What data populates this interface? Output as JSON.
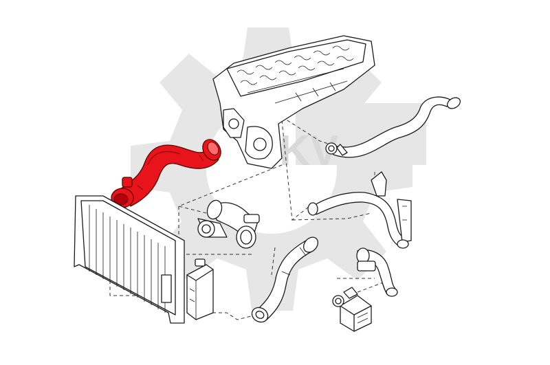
{
  "watermark": {
    "brand_text": "SKV",
    "icon": "gear-watermark-icon",
    "color": "#e6e6e6"
  },
  "colors": {
    "highlight": "#e8141c",
    "outline": "#1a1a1a",
    "background": "#ffffff"
  },
  "parts": [
    {
      "name": "cylinder-head",
      "icon": "engine-block-icon",
      "highlighted": false
    },
    {
      "name": "upper-radiator-hose",
      "icon": "hose-icon",
      "highlighted": true
    },
    {
      "name": "radiator",
      "icon": "radiator-icon",
      "highlighted": false
    },
    {
      "name": "thermostat-hose",
      "icon": "hose-icon",
      "highlighted": false
    },
    {
      "name": "expansion-tank",
      "icon": "tank-icon",
      "highlighted": false
    },
    {
      "name": "lower-radiator-hose",
      "icon": "hose-icon",
      "highlighted": false
    },
    {
      "name": "heater-pipe",
      "icon": "pipe-icon",
      "highlighted": false
    },
    {
      "name": "bypass-pipe",
      "icon": "pipe-icon",
      "highlighted": false
    },
    {
      "name": "small-connector-hose",
      "icon": "hose-icon",
      "highlighted": false
    },
    {
      "name": "auxiliary-water-pump",
      "icon": "pump-icon",
      "highlighted": false
    }
  ]
}
